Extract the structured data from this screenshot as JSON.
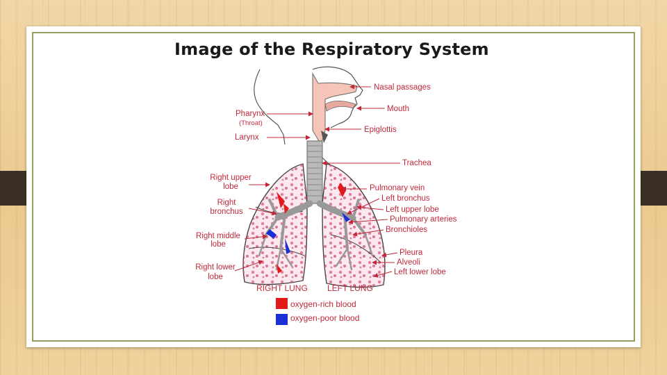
{
  "slide": {
    "title": "Image of the Respiratory System"
  },
  "labels": {
    "nasal_passages": "Nasal passages",
    "mouth": "Mouth",
    "pharynx": "Pharynx",
    "throat": "(Throat)",
    "larynx": "Larynx",
    "epiglottis": "Epiglottis",
    "trachea": "Trachea",
    "right_upper_lobe_1": "Right upper",
    "right_upper_lobe_2": "lobe",
    "right_bronchus_1": "Right",
    "right_bronchus_2": "bronchus",
    "right_middle_lobe_1": "Right middle",
    "right_middle_lobe_2": "lobe",
    "right_lower_lobe_1": "Right lower",
    "right_lower_lobe_2": "lobe",
    "pulmonary_vein": "Pulmonary vein",
    "left_bronchus": "Left bronchus",
    "left_upper_lobe": "Left upper lobe",
    "pulmonary_arteries": "Pulmonary arteries",
    "bronchioles": "Bronchioles",
    "pleura": "Pleura",
    "alveoli": "Alveoli",
    "left_lower_lobe": "Left lower lobe",
    "right_lung": "RIGHT LUNG",
    "left_lung": "LEFT LUNG"
  },
  "legend": [
    {
      "label": "oxygen-rich blood",
      "color": "#e21a1a"
    },
    {
      "label": "oxygen-poor blood",
      "color": "#1a2fd6"
    }
  ],
  "colors": {
    "label_text": "#c0283a",
    "arrow": "#c0283a",
    "frame": "#8fa05a",
    "airway_fill": "#f6c5b9",
    "tab": "#3b3028"
  }
}
